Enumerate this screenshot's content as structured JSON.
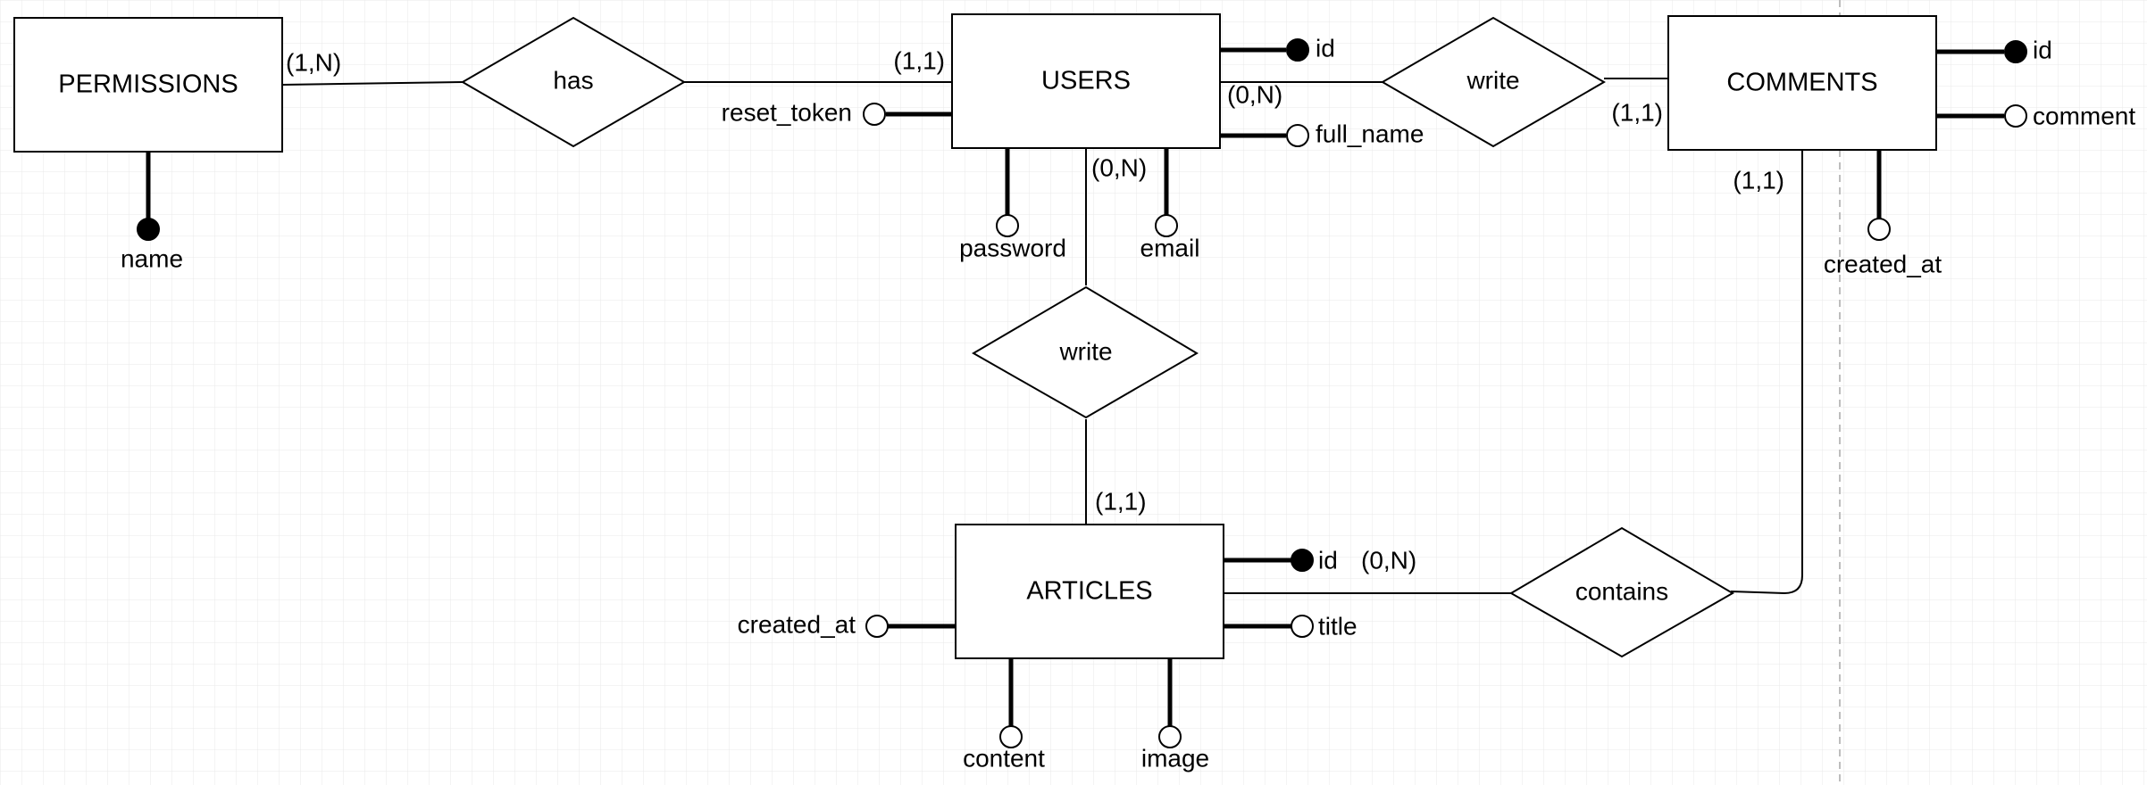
{
  "diagram": {
    "colors": {
      "line": "#000000",
      "grid": "#e6e6e6",
      "background": "#ffffff",
      "page_break": "#bdbdbd"
    },
    "entities": {
      "permissions": "PERMISSIONS",
      "users": "USERS",
      "comments": "COMMENTS",
      "articles": "ARTICLES"
    },
    "relationships": {
      "has": "has",
      "users_write_comments": "write",
      "users_write_articles": "write",
      "contains": "contains"
    },
    "attributes": {
      "permissions_name": "name",
      "users_id": "id",
      "users_full_name": "full_name",
      "users_reset_token": "reset_token",
      "users_password": "password",
      "users_email": "email",
      "comments_id": "id",
      "comments_comment": "comment",
      "comments_created_at": "created_at",
      "articles_id": "id",
      "articles_title": "title",
      "articles_created_at": "created_at",
      "articles_content": "content",
      "articles_image": "image"
    },
    "cardinalities": {
      "permissions_has": "(1,N)",
      "users_has": "(1,1)",
      "users_write_comments": "(0,N)",
      "comments_write": "(1,1)",
      "users_write_articles": "(0,N)",
      "articles_write": "(1,1)",
      "articles_contains": "(0,N)",
      "comments_contains": "(1,1)"
    }
  }
}
